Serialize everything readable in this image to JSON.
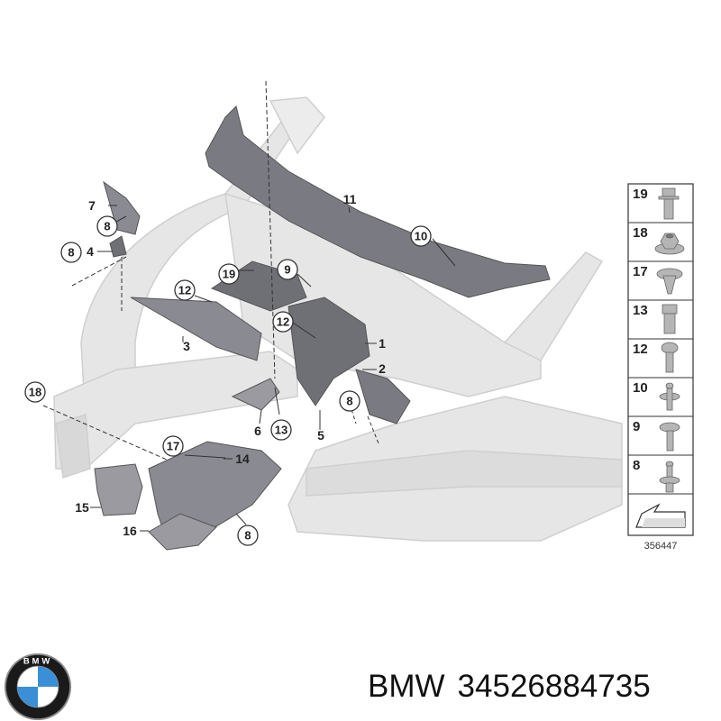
{
  "diagram": {
    "callouts": [
      {
        "id": "c1",
        "label": "1"
      },
      {
        "id": "c2",
        "label": "2"
      },
      {
        "id": "c3",
        "label": "3"
      },
      {
        "id": "c4",
        "label": "4"
      },
      {
        "id": "c5",
        "label": "5"
      },
      {
        "id": "c6",
        "label": "6"
      },
      {
        "id": "c7",
        "label": "7"
      },
      {
        "id": "c8a",
        "label": "8"
      },
      {
        "id": "c8b",
        "label": "8"
      },
      {
        "id": "c8c",
        "label": "8"
      },
      {
        "id": "c9",
        "label": "9"
      },
      {
        "id": "c10",
        "label": "10"
      },
      {
        "id": "c11",
        "label": "11"
      },
      {
        "id": "c12a",
        "label": "12"
      },
      {
        "id": "c12b",
        "label": "12"
      },
      {
        "id": "c13",
        "label": "13"
      },
      {
        "id": "c14",
        "label": "14"
      },
      {
        "id": "c15",
        "label": "15"
      },
      {
        "id": "c16",
        "label": "16"
      },
      {
        "id": "c17",
        "label": "17"
      },
      {
        "id": "c18",
        "label": "18"
      },
      {
        "id": "c19",
        "label": "19"
      }
    ],
    "fastener_legend": [
      {
        "label": "19",
        "icon": "bolt-flange-icon"
      },
      {
        "label": "18",
        "icon": "hex-nut-icon"
      },
      {
        "label": "17",
        "icon": "expansion-rivet-icon"
      },
      {
        "label": "13",
        "icon": "hex-bolt-icon"
      },
      {
        "label": "12",
        "icon": "pan-head-screw-icon"
      },
      {
        "label": "10",
        "icon": "clip-icon"
      },
      {
        "label": "9",
        "icon": "washer-screw-icon"
      },
      {
        "label": "8",
        "icon": "push-clip-icon"
      }
    ],
    "diagram_code": "356447"
  },
  "footer": {
    "brand": "BMW",
    "part_number": "34526884735"
  },
  "logo": {
    "text": "BMW",
    "colors": {
      "ring": "#1a1a1a",
      "blue": "#3a8fd6",
      "white": "#ffffff",
      "rim": "#888888"
    }
  },
  "colors": {
    "body_shell": "#e6e6e6",
    "body_edge": "#c9c9c9",
    "part_dark": "#6f6f76",
    "part_mid": "#9a9aa0",
    "line": "#333333"
  }
}
